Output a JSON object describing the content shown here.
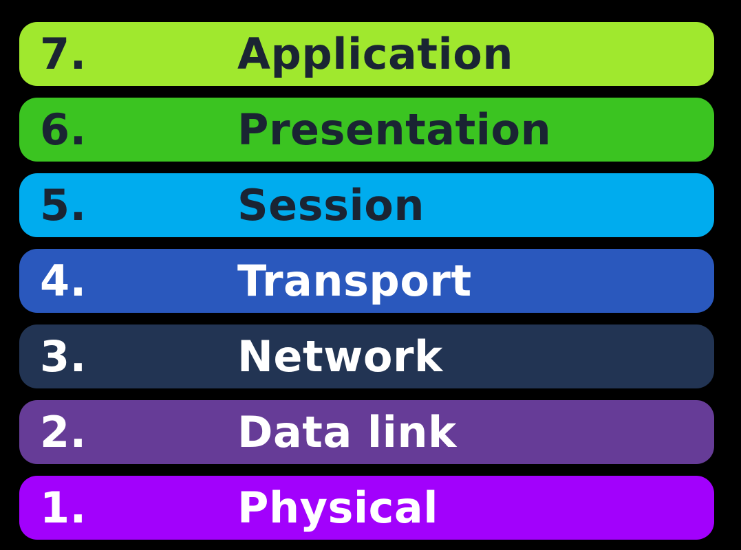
{
  "diagram": {
    "kind": "osi-model-stack",
    "background_color": "#000000",
    "layers": [
      {
        "number": "7.",
        "name": "Application",
        "bg": "#A0E82E",
        "fg": "#1A2433"
      },
      {
        "number": "6.",
        "name": "Presentation",
        "bg": "#3BC421",
        "fg": "#1A2433"
      },
      {
        "number": "5.",
        "name": "Session",
        "bg": "#00ACEE",
        "fg": "#1A2433"
      },
      {
        "number": "4.",
        "name": "Transport",
        "bg": "#2A58BD",
        "fg": "#FFFFFF"
      },
      {
        "number": "3.",
        "name": "Network",
        "bg": "#223453",
        "fg": "#FFFFFF"
      },
      {
        "number": "2.",
        "name": "Data link",
        "bg": "#663C97",
        "fg": "#FFFFFF"
      },
      {
        "number": "1.",
        "name": "Physical",
        "bg": "#A201FC",
        "fg": "#FFFFFF"
      }
    ]
  }
}
